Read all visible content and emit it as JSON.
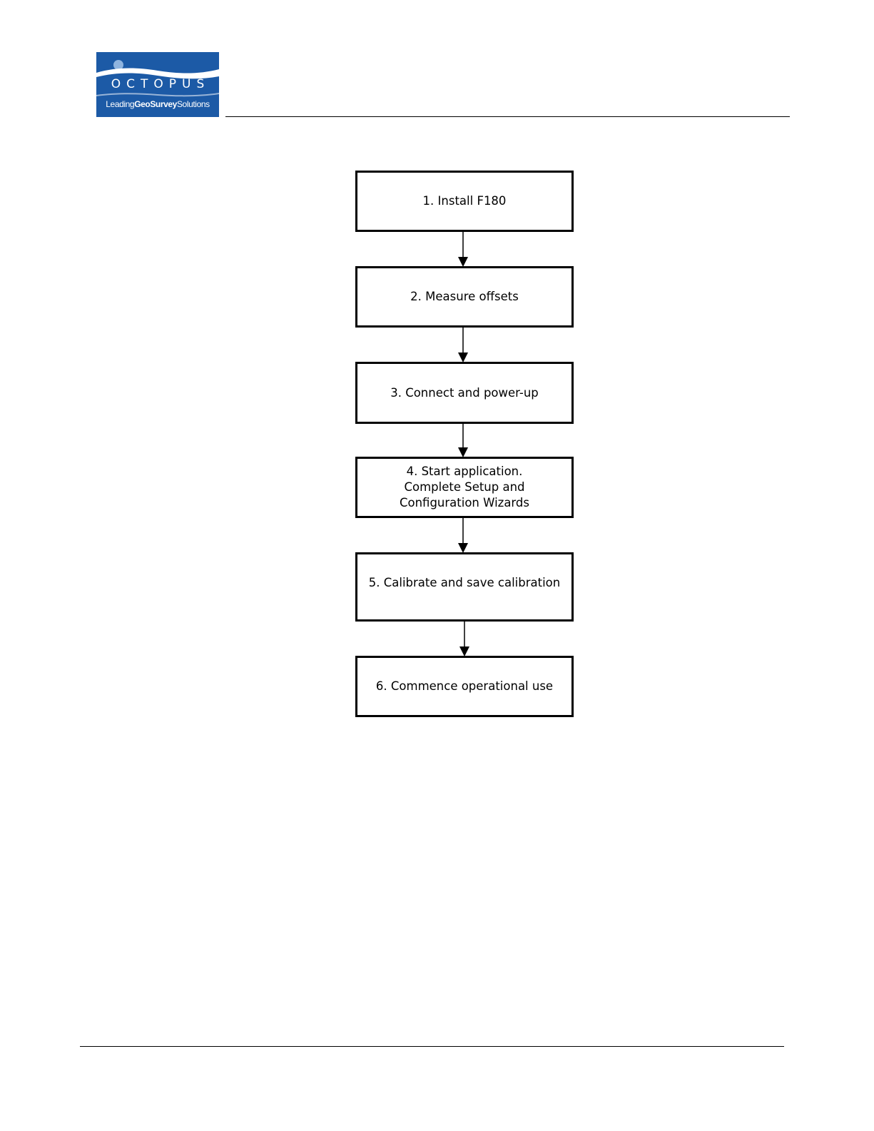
{
  "header": {
    "logo": {
      "name": "OCTOPUS",
      "tagline_prefix": "Leading",
      "tagline_bold": "GeoSurvey",
      "tagline_suffix": "Solutions",
      "background_color": "#1c5aa6"
    }
  },
  "flowchart": {
    "steps": [
      {
        "label": "1. Install F180"
      },
      {
        "label": "2. Measure offsets"
      },
      {
        "label": "3. Connect and power-up"
      },
      {
        "label": "4. Start application.\nComplete Setup and\nConfiguration Wizards"
      },
      {
        "label": "5. Calibrate and save calibration"
      },
      {
        "label": "6. Commence operational use"
      }
    ],
    "connectors": [
      {
        "from": 1,
        "to": 2
      },
      {
        "from": 2,
        "to": 3
      },
      {
        "from": 3,
        "to": 4
      },
      {
        "from": 4,
        "to": 5
      },
      {
        "from": 5,
        "to": 6
      }
    ]
  }
}
